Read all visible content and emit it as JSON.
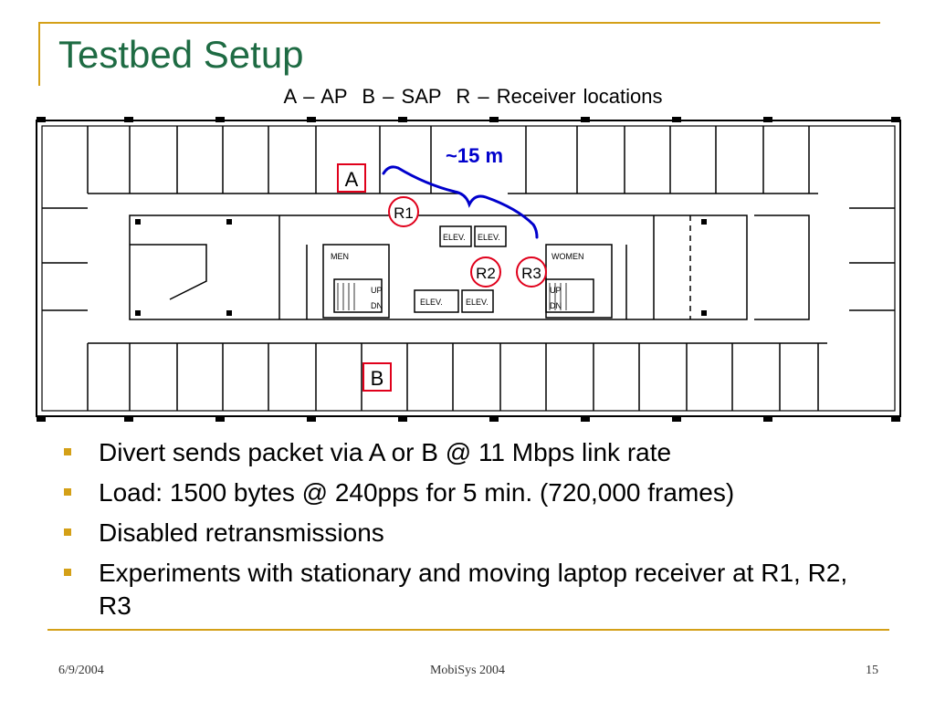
{
  "slide": {
    "title": "Testbed Setup",
    "legend": "A – AP  B – SAP  R – Receiver locations",
    "floorplan": {
      "labels": {
        "elev1": "ELEV.",
        "elev2": "ELEV.",
        "elev3": "ELEV.",
        "elev4": "ELEV.",
        "men": "MEN",
        "women": "WOMEN",
        "up_left": "UP",
        "dn_left": "DN",
        "up_right": "UP",
        "dn_right": "DN"
      },
      "markers": {
        "a": "A",
        "b": "B",
        "r1": "R1",
        "r2": "R2",
        "r3": "R3"
      },
      "distance": {
        "tilde": "~",
        "label": "15 m"
      },
      "marker_color": "#e0001b",
      "distance_color": "#0000cc"
    },
    "bullets": [
      "Divert sends packet via A or B @ 11 Mbps link rate",
      "Load: 1500 bytes @ 240pps for 5 min. (720,000 frames)",
      "Disabled retransmissions",
      "Experiments with stationary and moving laptop receiver at R1, R2, R3"
    ],
    "bullet_color": "#d4a017",
    "title_color": "#1e6b43"
  },
  "footer": {
    "date": "6/9/2004",
    "center": "MobiSys 2004",
    "page": "15"
  }
}
